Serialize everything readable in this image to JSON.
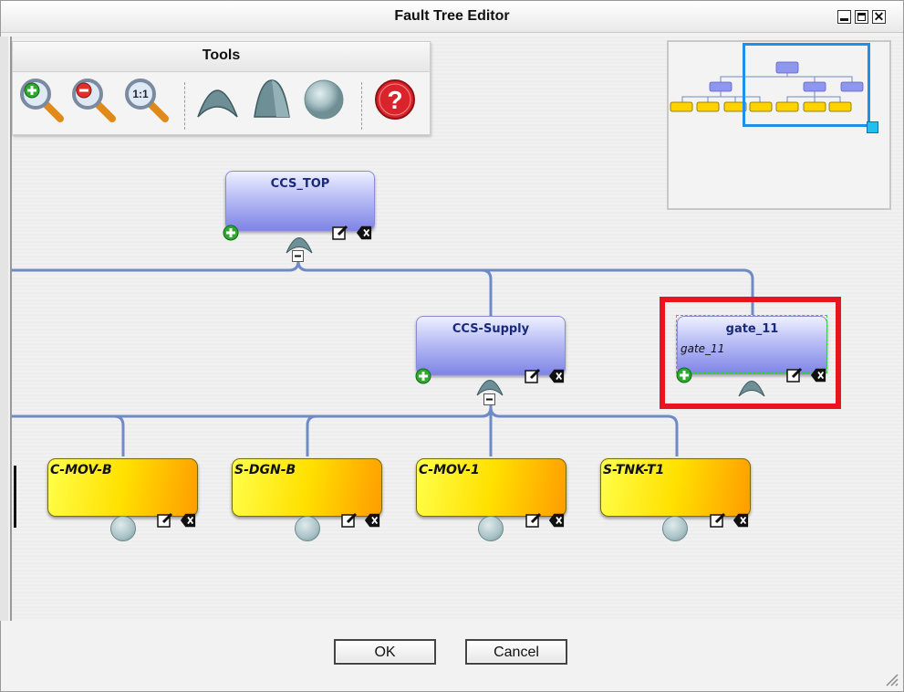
{
  "window": {
    "title": "Fault Tree Editor"
  },
  "tools": {
    "header": "Tools",
    "items": [
      {
        "name": "zoom-in-icon"
      },
      {
        "name": "zoom-out-icon"
      },
      {
        "name": "zoom-reset-icon",
        "label": "1:1"
      },
      {
        "name": "or-gate-icon"
      },
      {
        "name": "and-gate-icon"
      },
      {
        "name": "basic-event-icon"
      },
      {
        "name": "help-icon",
        "label": "?"
      }
    ]
  },
  "gates": [
    {
      "id": "ccs-top",
      "title": "CCS_TOP",
      "description": ""
    },
    {
      "id": "ccs-supply",
      "title": "CCS-Supply",
      "description": ""
    },
    {
      "id": "gate-11",
      "title": "gate_11",
      "description": "gate_11"
    }
  ],
  "events": [
    {
      "title": "C-MOV-B"
    },
    {
      "title": "S-DGN-B"
    },
    {
      "title": "C-MOV-1"
    },
    {
      "title": "S-TNK-T1"
    }
  ],
  "buttons": {
    "ok": "OK",
    "cancel": "Cancel"
  },
  "colors": {
    "link": "#6f8ac6",
    "gate_fill": "#a9aef2",
    "event_fill": "#ffd200",
    "highlight": "#e8151e",
    "viewport": "#1e90e8"
  }
}
